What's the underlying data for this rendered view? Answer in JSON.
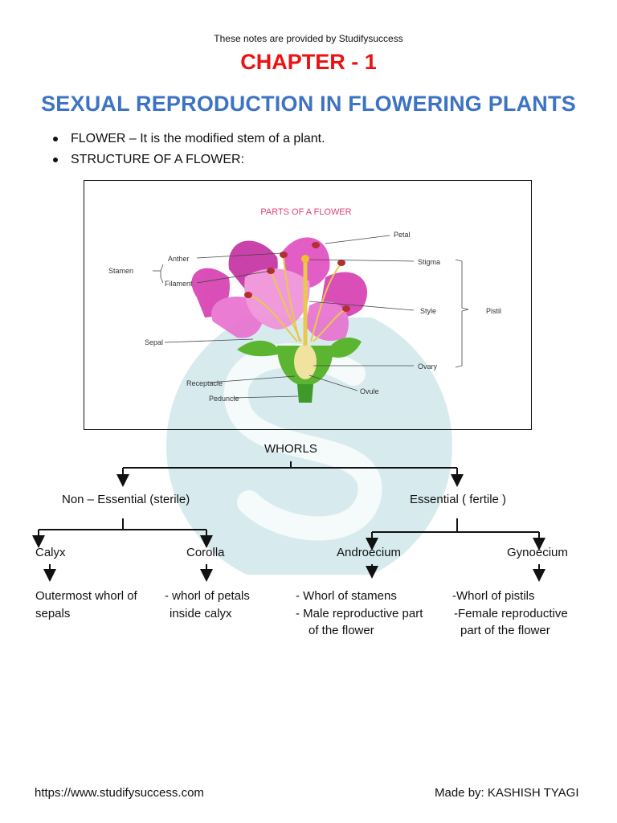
{
  "header": {
    "note": "These notes are provided by Studifysuccess",
    "chapter": "CHAPTER - 1",
    "title": "SEXUAL REPRODUCTION IN FLOWERING PLANTS"
  },
  "bullets": [
    "FLOWER – It is the modified stem of a plant.",
    "STRUCTURE OF A FLOWER:"
  ],
  "diagram": {
    "title": "PARTS OF A FLOWER",
    "labels": {
      "petal": "Petal",
      "anther": "Anther",
      "stigma": "Stigma",
      "stamen": "Stamen",
      "filament": "Filament",
      "style": "Style",
      "pistil": "Pistil",
      "sepal": "Sepal",
      "ovary": "Ovary",
      "receptacle": "Receptacle",
      "ovule": "Ovule",
      "peduncle": "Peduncle"
    }
  },
  "tree": {
    "root": "WHORLS",
    "non_essential": "Non – Essential (sterile)",
    "essential": "Essential ( fertile )",
    "calyx": "Calyx",
    "corolla": "Corolla",
    "androecium": "Androecium",
    "gynoecium": "Gynoecium",
    "calyx_desc": [
      "Outermost whorl of",
      "sepals"
    ],
    "corolla_desc": [
      "- whorl of petals",
      "inside calyx"
    ],
    "androecium_desc": [
      "- Whorl of stamens",
      "- Male reproductive part",
      "of the flower"
    ],
    "gynoecium_desc": [
      "-Whorl of pistils",
      "-Female reproductive",
      "part of the flower"
    ]
  },
  "footer": {
    "url": "https://www.studifysuccess.com",
    "author": "Made by: KASHISH TYAGI"
  },
  "colors": {
    "chapter": "#ee1111",
    "title": "#3d73c4",
    "watermark": "#4aa5b5",
    "diagram_title": "#e0407a",
    "petal": "#d63cb0"
  }
}
